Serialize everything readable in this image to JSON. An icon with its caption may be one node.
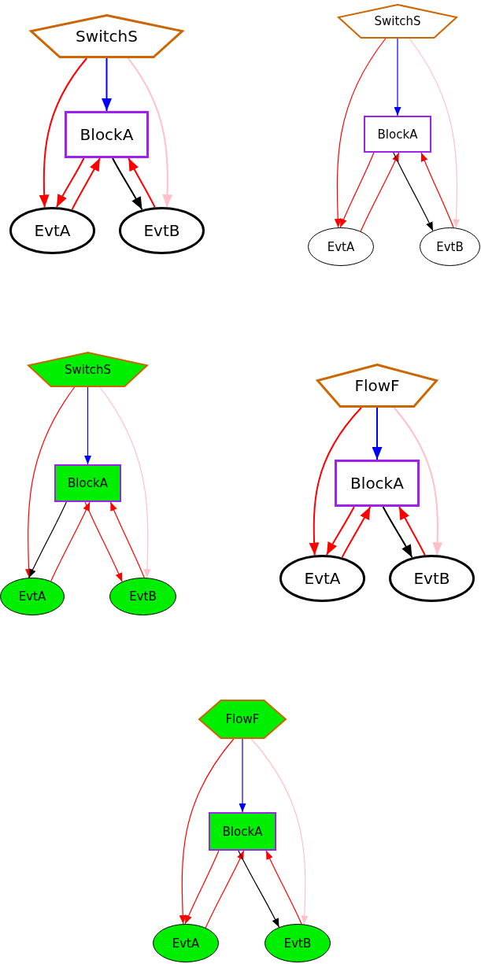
{
  "diagram": {
    "nodes": [
      {
        "text": [
          "SwitchS"
        ]
      },
      {
        "text": [
          "BlockA"
        ]
      },
      {
        "text": [
          "EvtA"
        ]
      },
      {
        "text": [
          "EvtB"
        ]
      },
      {
        "text": [
          "SwitchS"
        ]
      },
      {
        "text": [
          "BlockA"
        ]
      },
      {
        "text": [
          "EvtA"
        ]
      },
      {
        "text": [
          "EvtB"
        ]
      },
      {
        "text": [
          "SwitchS"
        ]
      },
      {
        "text": [
          "BlockA"
        ]
      },
      {
        "text": [
          "EvtA"
        ]
      },
      {
        "text": [
          "EvtB"
        ]
      },
      {
        "text": [
          "FlowF"
        ]
      },
      {
        "text": [
          "BlockA"
        ]
      },
      {
        "text": [
          "EvtA"
        ]
      },
      {
        "text": [
          "EvtB"
        ]
      },
      {
        "text": [
          "FlowF"
        ]
      },
      {
        "text": [
          "BlockA"
        ]
      },
      {
        "text": [
          "EvtA"
        ]
      },
      {
        "text": [
          "EvtB"
        ]
      }
    ],
    "edges": [
      {
        "from": 0,
        "to": 1,
        "arrow": "to",
        "color": "#0000ff"
      },
      {
        "from": 0,
        "to": 2,
        "arrow": "to"
      },
      {
        "from": 0,
        "to": 3,
        "arrow": "to",
        "color": "#ffc0cb"
      },
      {
        "from": 1,
        "to": 2,
        "arrow": "to"
      },
      {
        "from": 2,
        "to": 1,
        "arrow": "to"
      },
      {
        "from": 1,
        "to": 3,
        "arrow": "to",
        "color": "#000000"
      },
      {
        "from": 3,
        "to": 1,
        "arrow": "to"
      },
      {
        "from": 4,
        "to": 5,
        "arrow": "to",
        "color": "#0000ff"
      },
      {
        "from": 4,
        "to": 6,
        "arrow": "to"
      },
      {
        "from": 4,
        "to": 7,
        "arrow": "to",
        "color": "#ffc0cb"
      },
      {
        "from": 5,
        "to": 6,
        "arrow": "to"
      },
      {
        "from": 6,
        "to": 5,
        "arrow": "to"
      },
      {
        "from": 5,
        "to": 7,
        "arrow": "to",
        "color": "#000000"
      },
      {
        "from": 7,
        "to": 5,
        "arrow": "to"
      },
      {
        "from": 8,
        "to": 9,
        "arrow": "to",
        "color": "#0000ff"
      },
      {
        "from": 8,
        "to": 10,
        "arrow": "to"
      },
      {
        "from": 8,
        "to": 11,
        "arrow": "to",
        "color": "#ffc0cb"
      },
      {
        "from": 9,
        "to": 10,
        "arrow": "to",
        "color": "#000000"
      },
      {
        "from": 10,
        "to": 9,
        "arrow": "to"
      },
      {
        "from": 9,
        "to": 11,
        "arrow": "to"
      },
      {
        "from": 11,
        "to": 9,
        "arrow": "to"
      },
      {
        "from": 12,
        "to": 13,
        "arrow": "to",
        "color": "#0000ff"
      },
      {
        "from": 12,
        "to": 14,
        "arrow": "to"
      },
      {
        "from": 12,
        "to": 15,
        "arrow": "to",
        "color": "#ffc0cb"
      },
      {
        "from": 13,
        "to": 14,
        "arrow": "to"
      },
      {
        "from": 14,
        "to": 13,
        "arrow": "to"
      },
      {
        "from": 13,
        "to": 15,
        "arrow": "to",
        "color": "#000000"
      },
      {
        "from": 15,
        "to": 13,
        "arrow": "to"
      },
      {
        "from": 16,
        "to": 17,
        "arrow": "to",
        "color": "#0000ff"
      },
      {
        "from": 16,
        "to": 18,
        "arrow": "to"
      },
      {
        "from": 16,
        "to": 19,
        "arrow": "to",
        "color": "#ffc0cb"
      },
      {
        "from": 17,
        "to": 18,
        "arrow": "to"
      },
      {
        "from": 18,
        "to": 17,
        "arrow": "to"
      },
      {
        "from": 17,
        "to": 19,
        "arrow": "to",
        "color": "#000000"
      },
      {
        "from": 19,
        "to": 17,
        "arrow": "to"
      }
    ]
  }
}
